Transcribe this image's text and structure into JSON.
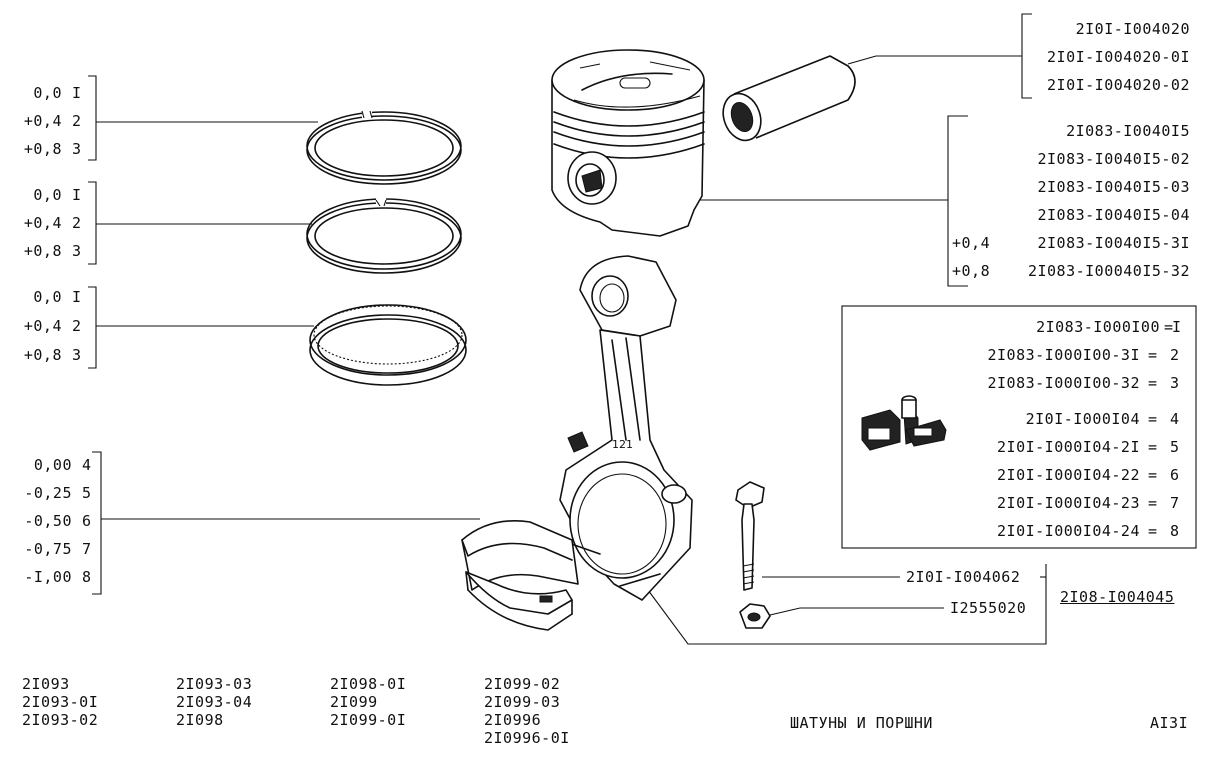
{
  "rings": [
    {
      "rows": [
        {
          "value": "0,0",
          "code": "I"
        },
        {
          "value": "+0,4",
          "code": "2"
        },
        {
          "value": "+0,8",
          "code": "3"
        }
      ]
    },
    {
      "rows": [
        {
          "value": "0,0",
          "code": "I"
        },
        {
          "value": "+0,4",
          "code": "2"
        },
        {
          "value": "+0,8",
          "code": "3"
        }
      ]
    },
    {
      "rows": [
        {
          "value": "0,0",
          "code": "I"
        },
        {
          "value": "+0,4",
          "code": "2"
        },
        {
          "value": "+0,8",
          "code": "3"
        }
      ]
    }
  ],
  "bearing": {
    "rows": [
      {
        "value": "0,00",
        "code": "4"
      },
      {
        "value": "-0,25",
        "code": "5"
      },
      {
        "value": "-0,50",
        "code": "6"
      },
      {
        "value": "-0,75",
        "code": "7"
      },
      {
        "value": "-I,00",
        "code": "8"
      }
    ]
  },
  "pin_parts": [
    "2I0I-I004020",
    "2I0I-I004020-0I",
    "2I0I-I004020-02"
  ],
  "piston": {
    "parts": [
      {
        "prefix": "",
        "code": "2I083-I0040I5"
      },
      {
        "prefix": "",
        "code": "2I083-I0040I5-02"
      },
      {
        "prefix": "",
        "code": "2I083-I0040I5-03"
      },
      {
        "prefix": "",
        "code": "2I083-I0040I5-04"
      },
      {
        "prefix": "+0,4",
        "code": "2I083-I0040I5-3I"
      },
      {
        "prefix": "+0,8",
        "code": "2I083-I00040I5-32"
      }
    ]
  },
  "kit": {
    "rows": [
      {
        "code": "2I083-I000I00",
        "num": "I"
      },
      {
        "code": "2I083-I000I00-3I",
        "num": "2"
      },
      {
        "code": "2I083-I000I00-32",
        "num": "3"
      },
      {
        "code": "2I0I-I000I04",
        "num": "4"
      },
      {
        "code": "2I0I-I000I04-2I",
        "num": "5"
      },
      {
        "code": "2I0I-I000I04-22",
        "num": "6"
      },
      {
        "code": "2I0I-I000I04-23",
        "num": "7"
      },
      {
        "code": "2I0I-I000I04-24",
        "num": "8"
      }
    ]
  },
  "bolt_part": "2I0I-I004062",
  "nut_part": "I2555020",
  "rod_part": "2I08-I004045",
  "models": [
    [
      "2I093",
      "2I093-0I",
      "2I093-02"
    ],
    [
      "2I093-03",
      "2I093-04",
      "2I098"
    ],
    [
      "2I098-0I",
      "2I099",
      "2I099-0I"
    ],
    [
      "2I099-02",
      "2I099-03",
      "2I0996",
      "2I0996-0I"
    ]
  ],
  "title": "ШАТУНЫ И ПОРШНИ",
  "page_code": "AI3I"
}
